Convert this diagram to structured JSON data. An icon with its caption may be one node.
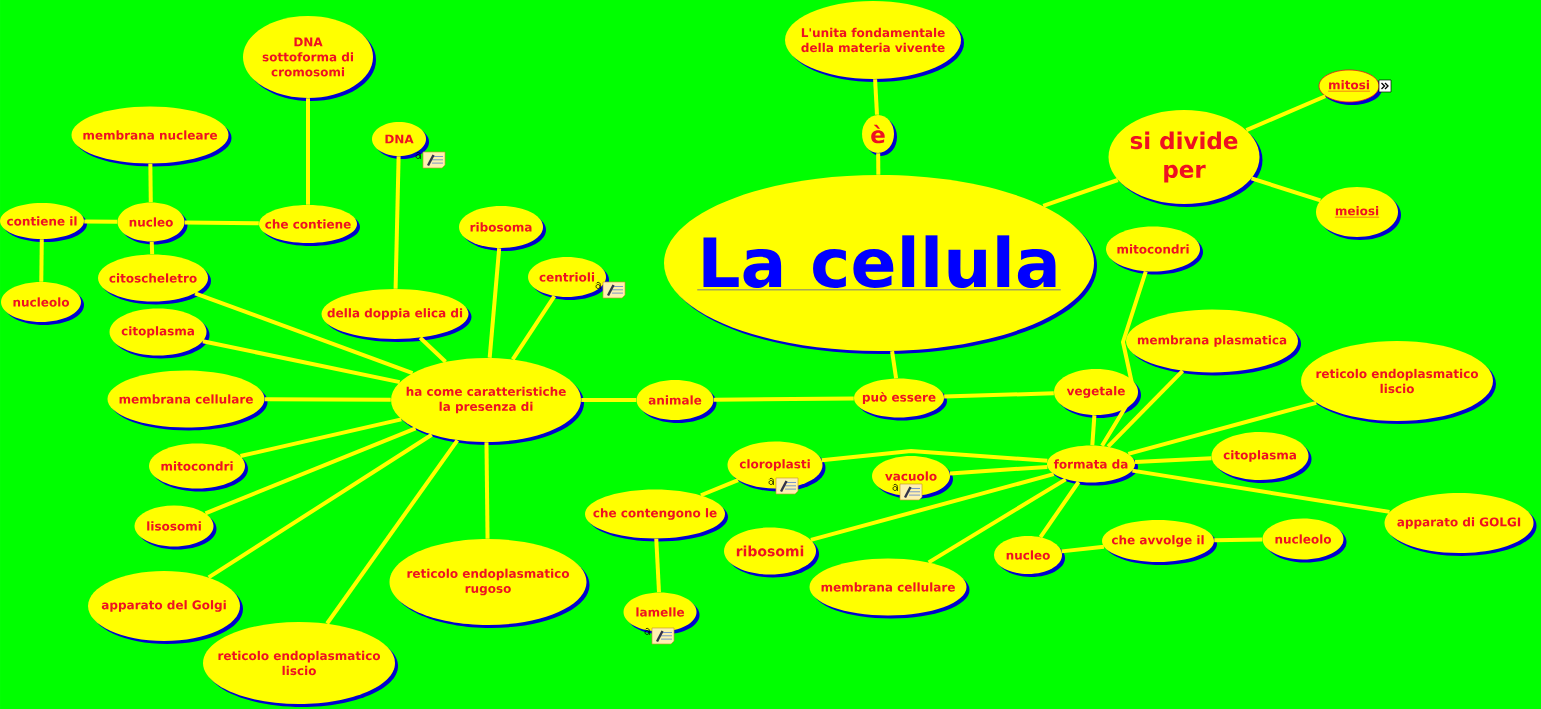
{
  "diagram": {
    "nodes": [
      {
        "text": [
          "DNA sottoforma di cromosomi"
        ]
      },
      {
        "text": [
          "L'unita fondamentale della materia vivente"
        ]
      },
      {
        "text": [
          "mitosi"
        ]
      },
      {
        "text": [
          "membrana nucleare"
        ]
      },
      {
        "text": [
          "DNA"
        ]
      },
      {
        "text": [
          "è"
        ]
      },
      {
        "text": [
          "si divide per"
        ]
      },
      {
        "text": [
          "contiene il"
        ]
      },
      {
        "text": [
          "nucleo"
        ]
      },
      {
        "text": [
          "che contiene"
        ]
      },
      {
        "text": [
          "ribosoma"
        ]
      },
      {
        "text": [
          "meiosi"
        ]
      },
      {
        "text": [
          "mitocondri"
        ]
      },
      {
        "text": [
          "La cellula"
        ]
      },
      {
        "text": [
          "citoscheletro"
        ]
      },
      {
        "text": [
          "centrioli"
        ]
      },
      {
        "text": [
          "nucleolo"
        ]
      },
      {
        "text": [
          "della doppia elica di"
        ]
      },
      {
        "text": [
          "citoplasma"
        ]
      },
      {
        "text": [
          "membrana plasmatica"
        ]
      },
      {
        "text": [
          "reticolo endoplasmatico liscio"
        ]
      },
      {
        "text": [
          "vegetale"
        ]
      },
      {
        "text": [
          "membrana cellulare"
        ]
      },
      {
        "text": [
          "ha come caratteristiche la presenza di"
        ]
      },
      {
        "text": [
          "animale"
        ]
      },
      {
        "text": [
          "può essere"
        ]
      },
      {
        "text": [
          "citoplasma"
        ]
      },
      {
        "text": [
          "formata da"
        ]
      },
      {
        "text": [
          "cloroplasti"
        ]
      },
      {
        "text": [
          "mitocondri"
        ]
      },
      {
        "text": [
          "vacuolo"
        ]
      },
      {
        "text": [
          "che contengono le"
        ]
      },
      {
        "text": [
          "apparato di GOLGI"
        ]
      },
      {
        "text": [
          "lisosomi"
        ]
      },
      {
        "text": [
          "che avvolge il"
        ]
      },
      {
        "text": [
          "nucleolo"
        ]
      },
      {
        "text": [
          "ribosomi"
        ]
      },
      {
        "text": [
          "nucleo"
        ]
      },
      {
        "text": [
          "reticolo endoplasmatico rugoso"
        ]
      },
      {
        "text": [
          "membrana cellulare"
        ]
      },
      {
        "text": [
          "apparato del Golgi"
        ]
      },
      {
        "text": [
          "lamelle"
        ]
      },
      {
        "text": [
          "reticolo endoplasmatico liscio"
        ]
      }
    ],
    "edges": [
      {
        "from": 13,
        "to": 5,
        "arrow": "none"
      },
      {
        "from": 5,
        "to": 1,
        "arrow": "none"
      },
      {
        "from": 13,
        "to": 6,
        "arrow": "none"
      },
      {
        "from": 6,
        "to": 2,
        "arrow": "none"
      },
      {
        "from": 6,
        "to": 11,
        "arrow": "none"
      },
      {
        "from": 13,
        "to": 25,
        "arrow": "none"
      },
      {
        "from": 25,
        "to": 24,
        "arrow": "none"
      },
      {
        "from": 25,
        "to": 21,
        "arrow": "none"
      },
      {
        "from": 24,
        "to": 23,
        "arrow": "none"
      },
      {
        "from": 23,
        "to": 14,
        "arrow": "none"
      },
      {
        "from": 23,
        "to": 18,
        "arrow": "none"
      },
      {
        "from": 23,
        "to": 22,
        "arrow": "none"
      },
      {
        "from": 23,
        "to": 29,
        "arrow": "none"
      },
      {
        "from": 23,
        "to": 33,
        "arrow": "none"
      },
      {
        "from": 23,
        "to": 40,
        "arrow": "none"
      },
      {
        "from": 23,
        "to": 42,
        "arrow": "none"
      },
      {
        "from": 23,
        "to": 38,
        "arrow": "none"
      },
      {
        "from": 23,
        "to": 17,
        "arrow": "none"
      },
      {
        "from": 23,
        "to": 10,
        "arrow": "none"
      },
      {
        "from": 23,
        "to": 15,
        "arrow": "none"
      },
      {
        "from": 17,
        "to": 4,
        "arrow": "none"
      },
      {
        "from": 14,
        "to": 8,
        "arrow": "none"
      },
      {
        "from": 8,
        "to": 3,
        "arrow": "none"
      },
      {
        "from": 8,
        "to": 7,
        "arrow": "none"
      },
      {
        "from": 7,
        "to": 16,
        "arrow": "none"
      },
      {
        "from": 8,
        "to": 9,
        "arrow": "none"
      },
      {
        "from": 9,
        "to": 0,
        "arrow": "none"
      },
      {
        "from": 21,
        "to": 27,
        "arrow": "none"
      },
      {
        "from": 27,
        "to": 12,
        "arrow": "none"
      },
      {
        "from": 27,
        "to": 19,
        "arrow": "none"
      },
      {
        "from": 27,
        "to": 20,
        "arrow": "none"
      },
      {
        "from": 27,
        "to": 26,
        "arrow": "none"
      },
      {
        "from": 27,
        "to": 32,
        "arrow": "none"
      },
      {
        "from": 27,
        "to": 30,
        "arrow": "none"
      },
      {
        "from": 27,
        "to": 28,
        "arrow": "none"
      },
      {
        "from": 27,
        "to": 36,
        "arrow": "none"
      },
      {
        "from": 27,
        "to": 39,
        "arrow": "none"
      },
      {
        "from": 27,
        "to": 37,
        "arrow": "none"
      },
      {
        "from": 37,
        "to": 34,
        "arrow": "none"
      },
      {
        "from": 34,
        "to": 35,
        "arrow": "none"
      },
      {
        "from": 28,
        "to": 31,
        "arrow": "none"
      },
      {
        "from": 31,
        "to": 41,
        "arrow": "none"
      }
    ]
  }
}
